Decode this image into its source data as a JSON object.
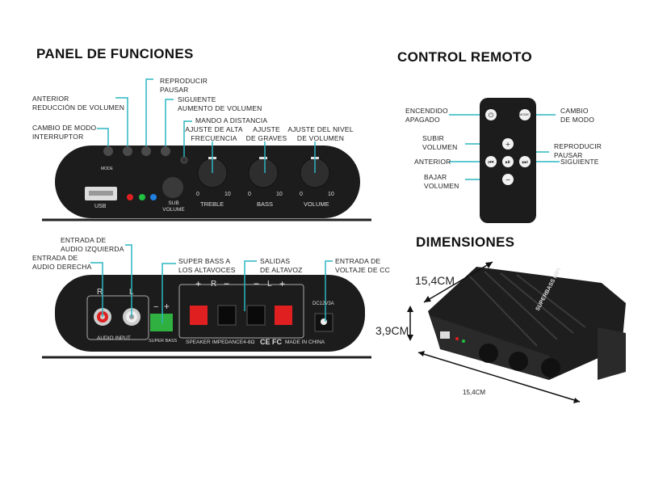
{
  "panel": {
    "title": "PANEL DE FUNCIONES",
    "front": {
      "callouts": {
        "mode": [
          "CAMBIO DE MODO",
          "INTERRUPTOR"
        ],
        "prev": [
          "ANTERIOR",
          "REDUCCIÓN DE VOLUMEN"
        ],
        "play": [
          "REPRODUCIR",
          "PAUSAR"
        ],
        "next": [
          "SIGUIENTE",
          "AUMENTO DE VOLUMEN"
        ],
        "ir": [
          "MANDO A DISTANCIA"
        ],
        "treble": [
          "AJUSTE DE ALTA",
          "FRECUENCIA"
        ],
        "bass": [
          "AJUSTE",
          "DE GRAVES"
        ],
        "volume": [
          "AJUSTE DEL NIVEL",
          "DE VOLUMEN"
        ]
      },
      "labels": {
        "mode": "MODE",
        "usb": "USB",
        "sub": [
          "SUB",
          "VOLUME"
        ],
        "treble": "TREBLE",
        "bass": "BASS",
        "volume": "VOLUME",
        "min": "0",
        "max": "10"
      }
    },
    "rear": {
      "callouts": {
        "left_in": [
          "ENTRADA DE",
          "AUDIO IZQUIERDA"
        ],
        "right_in": [
          "ENTRADA DE",
          "AUDIO DERECHA"
        ],
        "superbass": [
          "SUPER BASS A",
          "LOS ALTAVOCES"
        ],
        "outputs": [
          "SALIDAS",
          "DE ALTAVOZ"
        ],
        "dc": [
          "ENTRADA DE",
          "VOLTAJE DE CC"
        ]
      },
      "labels": {
        "r": "R",
        "l": "L",
        "audio_input": "AUDIO INPUT",
        "super_bass": "SUPER BASS",
        "impedance": "SPEAKER IMPEDANCE4-8Ω",
        "cert": "CE FC",
        "made": "MADE IN CHINA",
        "dc": "DC12V3A",
        "plus": "+",
        "minus": "−"
      }
    }
  },
  "remote": {
    "title": "CONTROL REMOTO",
    "callouts": {
      "power": [
        "ENCENDIDO",
        "APAGADO"
      ],
      "mode": [
        "CAMBIO",
        "DE MODO"
      ],
      "up": [
        "SUBIR",
        "VOLUMEN"
      ],
      "play": [
        "REPRODUCIR",
        "PAUSAR"
      ],
      "prev": [
        "ANTERIOR"
      ],
      "next": [
        "SIGUIENTE"
      ],
      "down": [
        "BAJAR",
        "VOLUMEN"
      ]
    },
    "button_mode": "MODE"
  },
  "dimensions": {
    "title": "DIMENSIONES",
    "depth": "15,4CM",
    "height": "3,9CM",
    "width": "15,4CM",
    "brand": "SUPERBASS HIFI"
  },
  "colors": {
    "accent": "#2bb5c0",
    "device": "#1c1c1c"
  }
}
